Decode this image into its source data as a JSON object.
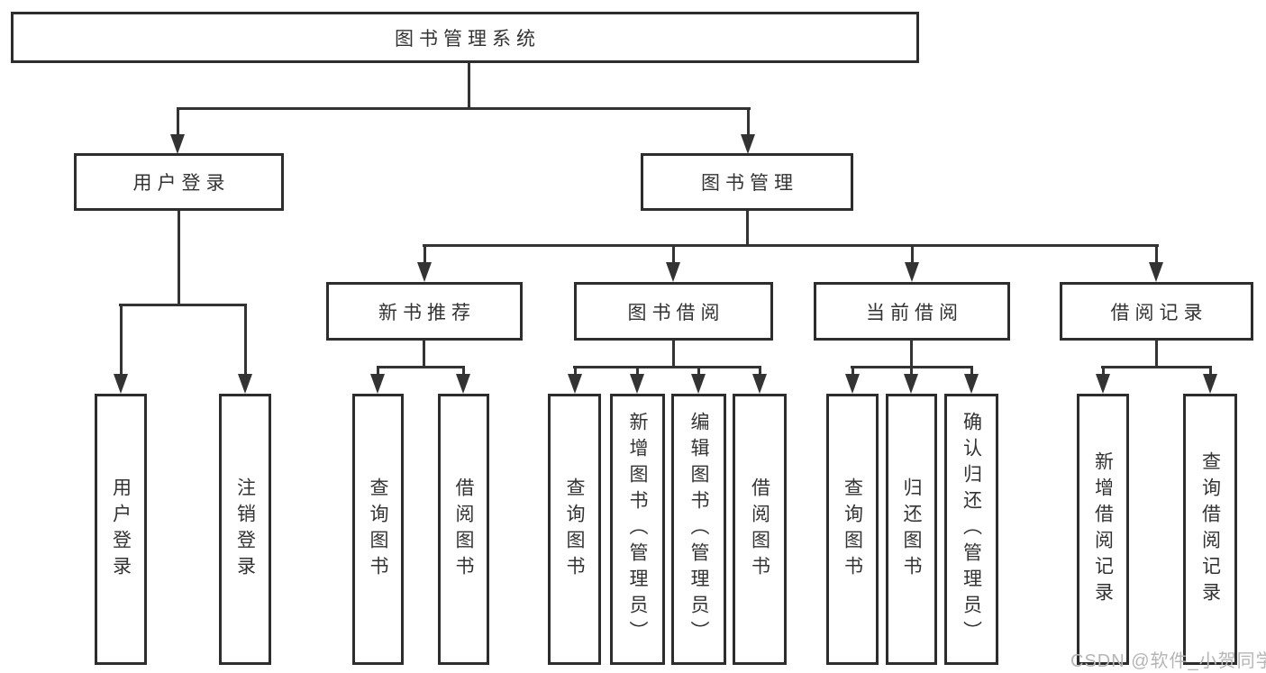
{
  "tree": {
    "root": "图书管理系统",
    "user_login": {
      "label": "用户登录",
      "children": {
        "login": "用户登录",
        "logout": "注销登录"
      }
    },
    "book_mgmt": {
      "label": "图书管理",
      "new_book_rec": {
        "label": "新书推荐",
        "children": {
          "query": "查询图书",
          "borrow": "借阅图书"
        }
      },
      "book_borrow": {
        "label": "图书借阅",
        "children": {
          "query": "查询图书",
          "add": "新增图书（管理员）",
          "edit": "编辑图书（管理员）",
          "borrow": "借阅图书"
        }
      },
      "current_borrow": {
        "label": "当前借阅",
        "children": {
          "query": "查询图书",
          "return": "归还图书",
          "confirm": "确认归还（管理员）"
        }
      },
      "borrow_record": {
        "label": "借阅记录",
        "children": {
          "add": "新增借阅记录",
          "query": "查询借阅记录"
        }
      }
    }
  },
  "watermark": "CSDN @软件_小贺同学",
  "colors": {
    "line": "#333333",
    "border": "#2d2d2d",
    "text": "#333333",
    "watermark": "#b5b5b5",
    "background": "#ffffff"
  }
}
